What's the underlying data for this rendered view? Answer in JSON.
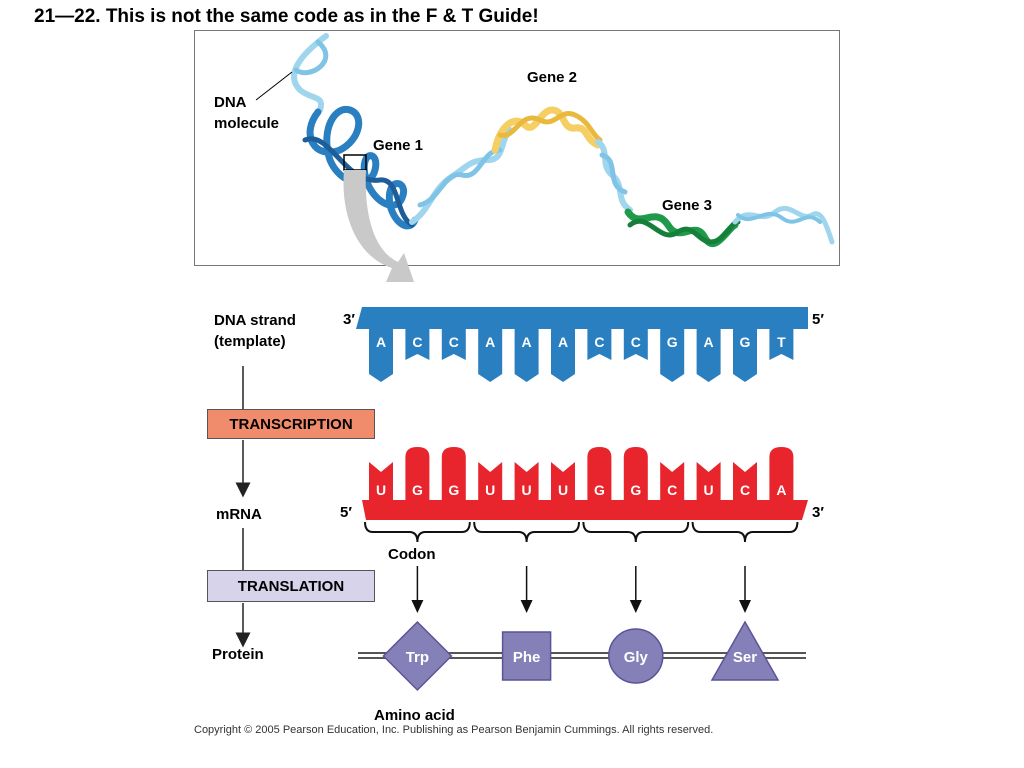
{
  "title": "21—22.  This is not the same code as in the F & T Guide!",
  "dna_panel": {
    "molecule_label_line1": "DNA",
    "molecule_label_line2": "molecule",
    "gene1": "Gene 1",
    "gene2": "Gene 2",
    "gene3": "Gene 3"
  },
  "flow": {
    "dna_strand_line1": "DNA strand",
    "dna_strand_line2": "(template)",
    "transcription": "TRANSCRIPTION",
    "mrna": "mRNA",
    "translation": "TRANSLATION",
    "protein": "Protein"
  },
  "template_strand": {
    "left_end": "3′",
    "right_end": "5′",
    "bases": [
      "A",
      "C",
      "C",
      "A",
      "A",
      "A",
      "C",
      "C",
      "G",
      "A",
      "G",
      "T"
    ]
  },
  "mrna_strand": {
    "left_end": "5′",
    "right_end": "3′",
    "bases": [
      "U",
      "G",
      "G",
      "U",
      "U",
      "U",
      "G",
      "G",
      "C",
      "U",
      "C",
      "A"
    ]
  },
  "codon_label": "Codon",
  "amino_acids": [
    {
      "name": "Trp",
      "shape": "diamond"
    },
    {
      "name": "Phe",
      "shape": "square"
    },
    {
      "name": "Gly",
      "shape": "circle"
    },
    {
      "name": "Ser",
      "shape": "triangle"
    }
  ],
  "amino_acid_label": "Amino acid",
  "copyright": "Copyright ©  2005 Pearson Education, Inc. Publishing as Pearson Benjamin Cummings. All rights reserved.",
  "colors": {
    "dna_blue": "#2a7fc1",
    "dna_light": "#9fd6ee",
    "gene_yellow": "#f5cf63",
    "gene_green": "#1e9a4a",
    "mrna_red": "#e8242c",
    "transcription_box": "#f08c6c",
    "translation_box": "#d6d3ea",
    "amino_acid": "#8680b9"
  }
}
